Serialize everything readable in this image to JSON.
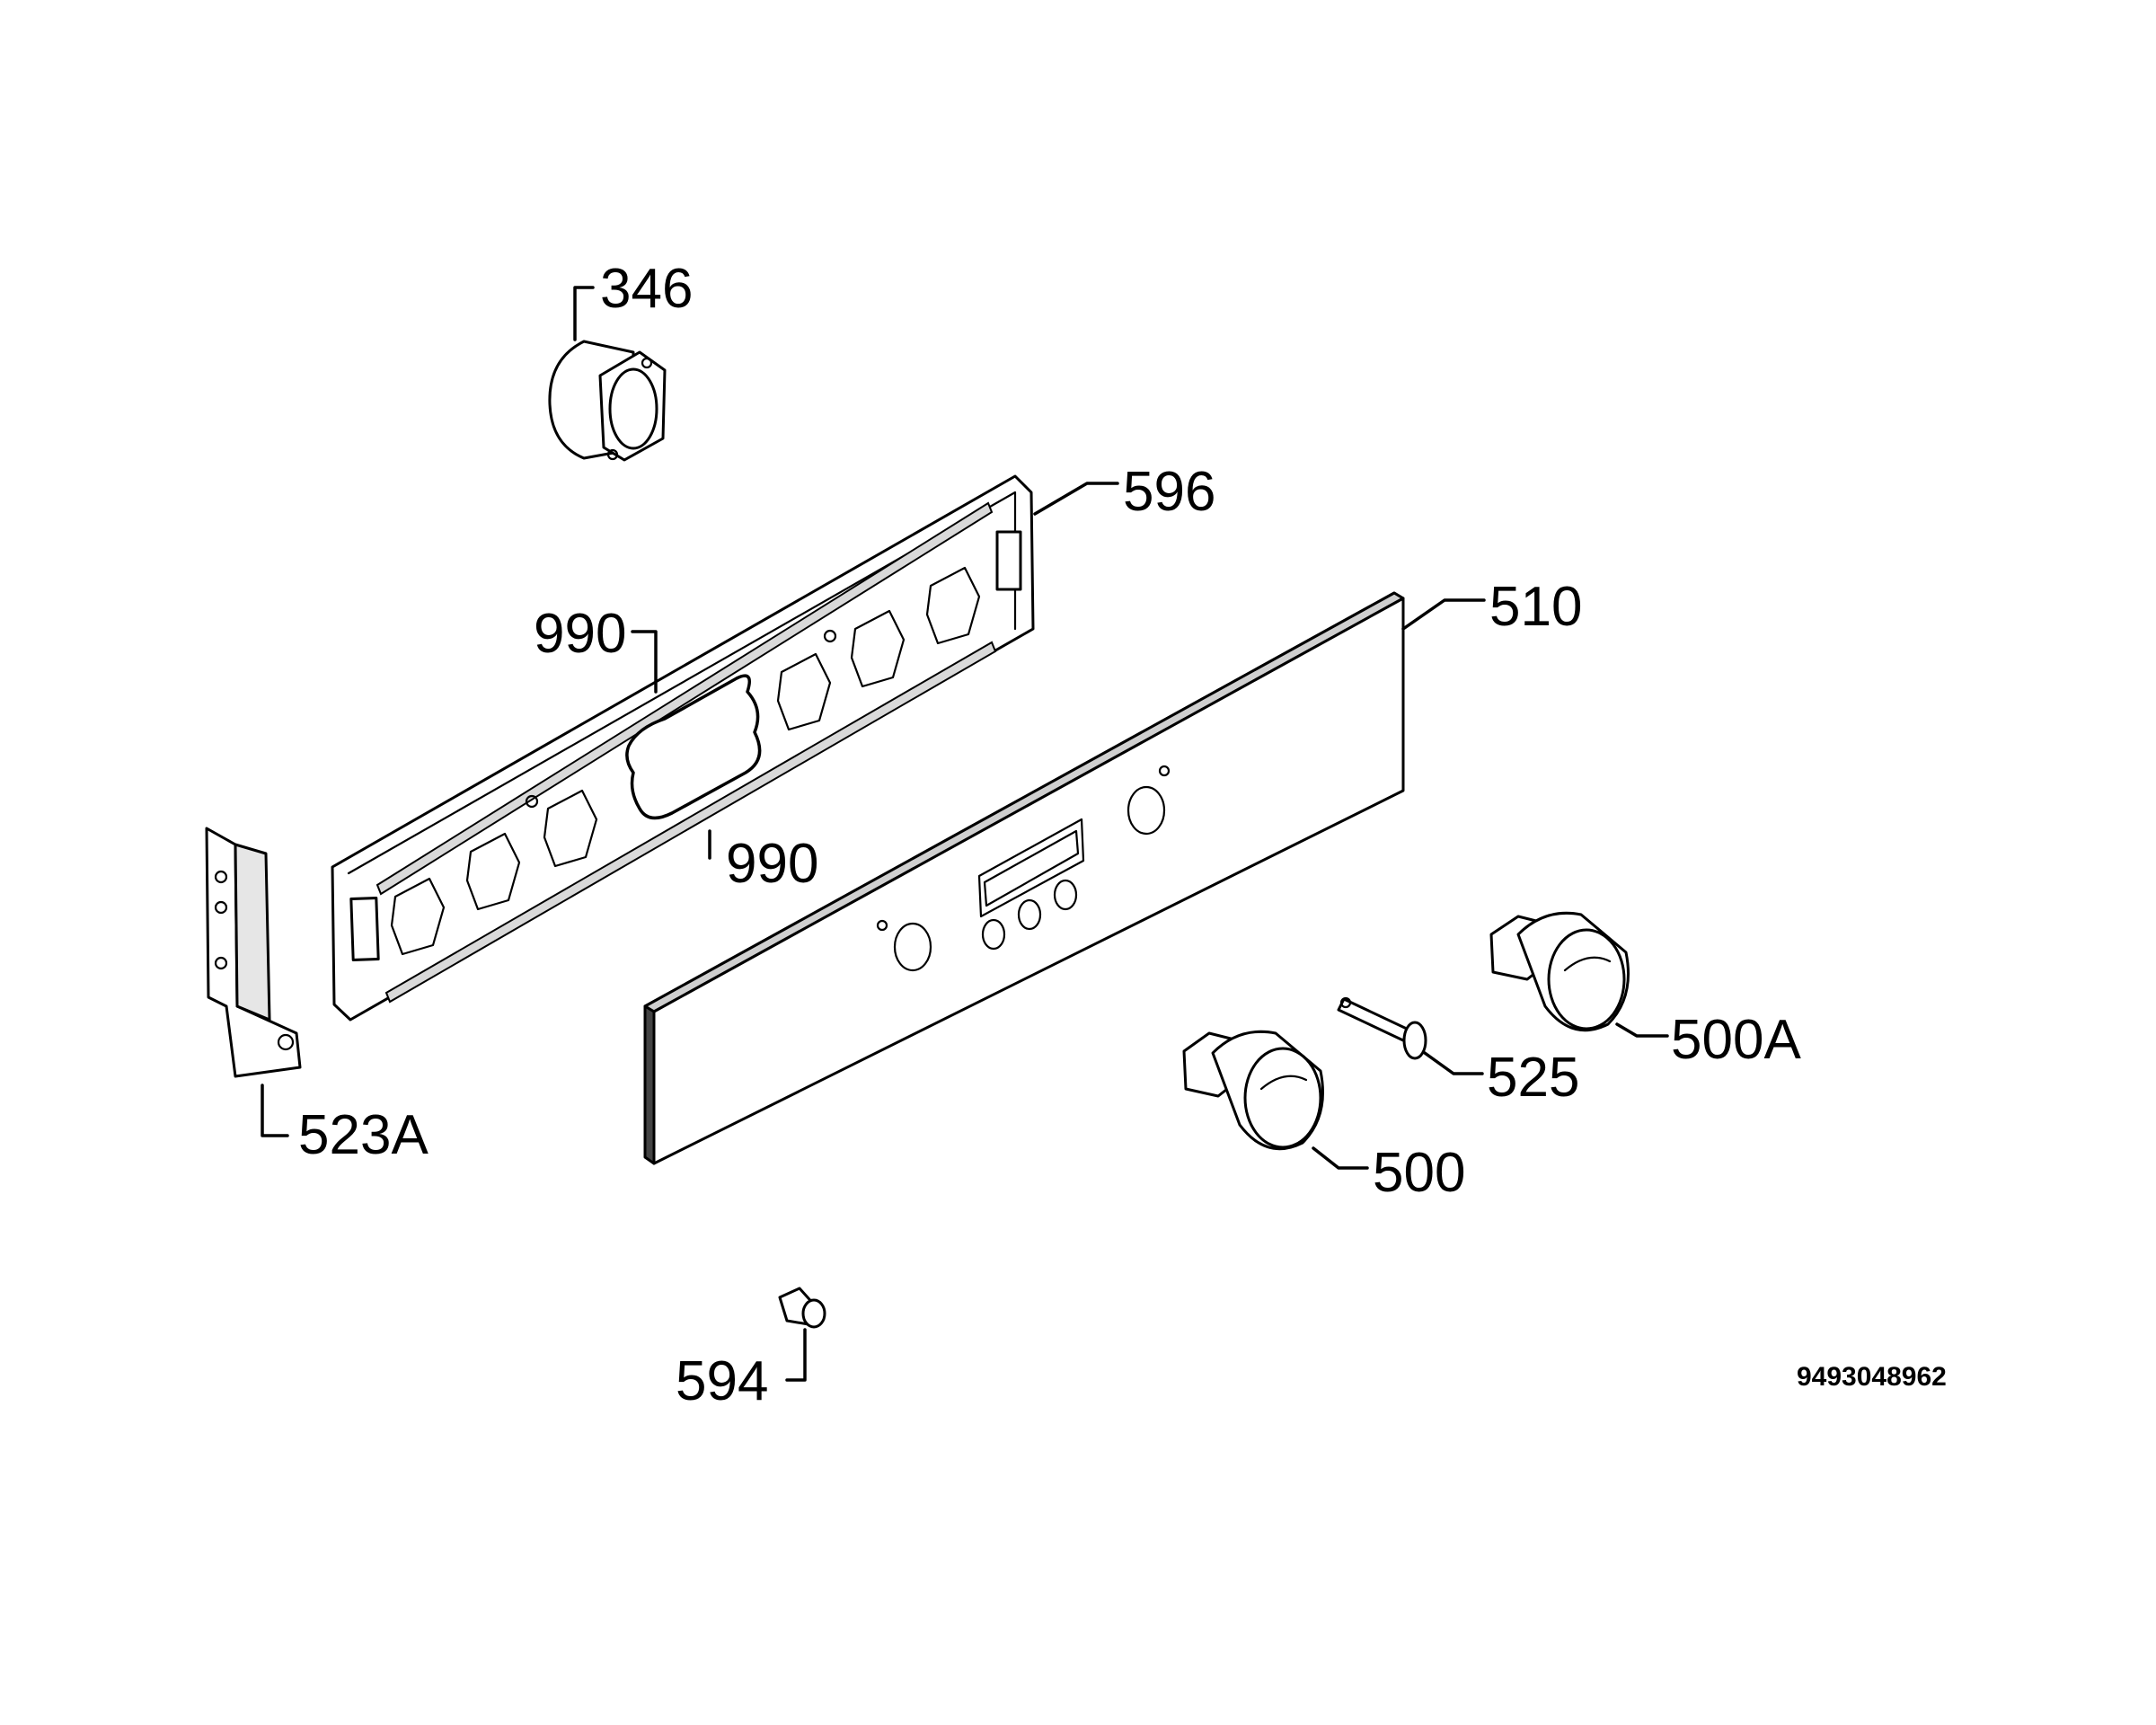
{
  "diagram": {
    "document_number": "9493048962",
    "callouts": [
      {
        "id": "c346",
        "text": "346"
      },
      {
        "id": "c596",
        "text": "596"
      },
      {
        "id": "c990a",
        "text": "990"
      },
      {
        "id": "c510",
        "text": "510"
      },
      {
        "id": "c990b",
        "text": "990"
      },
      {
        "id": "c523a",
        "text": "523A"
      },
      {
        "id": "c500a",
        "text": "500A"
      },
      {
        "id": "c525",
        "text": "525"
      },
      {
        "id": "c500",
        "text": "500"
      },
      {
        "id": "c594",
        "text": "594"
      }
    ]
  }
}
